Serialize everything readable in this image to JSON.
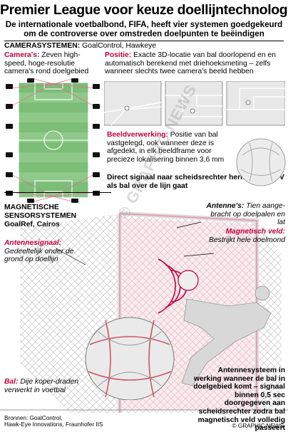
{
  "title": "Premier League voor keuze doellijntechnologie",
  "subtitle": "De internationale voetbalbond, FIFA, heeft vier systemen goedgekeurd om de controverse over omstreden doelpunten te beëindigen",
  "camera_section": {
    "heading": "CAMERASYSTEMEN:",
    "systems": "GoalControl, Hawkeye",
    "cameras_label": "Camera's:",
    "cameras_text": "Zeven high-speed, hoge-resolutie camera's rond doelgebied",
    "position_label": "Positie:",
    "position_text": "Exacte 3D-locatie van bal doorlopend en en automatisch berekend met driehoeksmeting – zelfs wanneer slechts twee camera's beeld hebben",
    "processing_label": "Beeldverwerking:",
    "processing_text": "Positie van bal vastgelegd, ook wanneer deze is afgedekt, in elk beeldframe voor precieze lokalisering binnen 3,6 mm",
    "signal_text": "Direct signaal naar scheidsrechter herhaling op TV als bal over de lijn gaat"
  },
  "magnetic_section": {
    "heading_line1": "MAGNETISCHE",
    "heading_line2": "SENSORSYSTEMEN",
    "systems": "GoalRef, Cairos",
    "antennas_label": "Antenne's:",
    "antennas_text": "Tien aange-bracht op doelpalen en lat",
    "field_label": "Magnetisch veld:",
    "field_text": "Bestrijkt hele doelmond",
    "antenna_signal_label": "Antennesignaal:",
    "antenna_signal_text": "Gedeeltelijk onder de grond op doellijn",
    "ball_label": "Bal:",
    "ball_text": "Dije koper-draden verwerkt in voetbal",
    "system_text": "Antennesysteem in werking wanneer de bal in doelgebied komt – signaal binnen 0,5 sec doorgegeven aan scheidsrechter zodra bal magnetisch veld volledig passeert"
  },
  "sources": {
    "line1": "Bronnen: GoalControl,",
    "line2": "Hawk-Eye Innovations, Fraunhofer IIS"
  },
  "credit": "© GRAPHIC NEWS",
  "watermark": "© GRAPHIC NEWS",
  "colors": {
    "pitch": "#8ec98a",
    "accent_red": "#c0003a",
    "pitch_dark": "#5e9e5b"
  }
}
